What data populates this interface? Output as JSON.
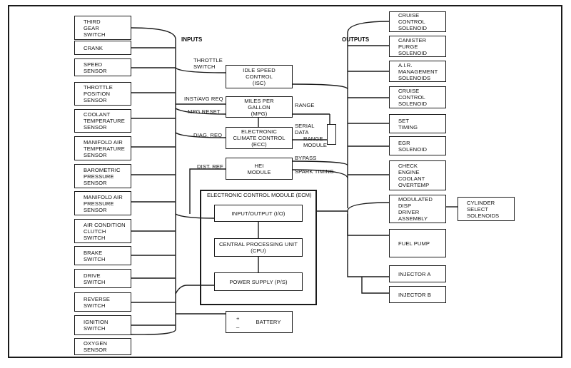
{
  "headers": {
    "inputs": "INPUTS",
    "outputs": "OUTPUTS"
  },
  "inputs": [
    "THIRD\nGEAR\nSWITCH",
    "CRANK",
    "SPEED\nSENSOR",
    "THROTTLE\nPOSITION\nSENSOR",
    "COOLANT\nTEMPERATURE\nSENSOR",
    "MANIFOLD AIR\nTEMPERATURE\nSENSOR",
    "BAROMETRIC\nPRESSURE\nSENSOR",
    "MANIFOLD AIR\nPRESSURE\nSENSOR",
    "AIR CONDITION\nCLUTCH\nSWITCH",
    "BRAKE\nSWITCH",
    "DRIVE\nSWITCH",
    "REVERSE\nSWITCH",
    "IGNITION\nSWITCH",
    "OXYGEN\nSENSOR"
  ],
  "outputs": [
    "CRUISE\nCONTROL\nSOLENOID",
    "CANISTER\nPURGE\nSOLENOID",
    "A.I.R.\nMANAGEMENT\nSOLENOIDS",
    "CRUISE\nCONTROL\nSOLENOID",
    "SET\nTIMING",
    "EGR\nSOLENOID",
    "CHECK\nENGINE\nCOOLANT\nOVERTEMP",
    "MODULATED\nDISP\nDRIVER\nASSEMBLY",
    "FUEL PUMP",
    "INJECTOR A",
    "INJECTOR B"
  ],
  "cylinder": "CYLINDER\nSELECT\nSOLENOIDS",
  "modules": {
    "isc": "IDLE SPEED\nCONTROL\n(ISC)",
    "mpg": "MILES PER\nGALLON\n(MPG)",
    "ecc": "ELECTRONIC\nCLIMATE CONTROL\n(ECC)",
    "hei": "HEI\nMODULE",
    "battery": "BATTERY",
    "battery_plus": "+",
    "battery_minus": "_"
  },
  "ecm": {
    "title": "ELECTRONIC CONTROL MODULE (ECM)",
    "io": "INPUT/OUTPUT (I/O)",
    "cpu": "CENTRAL PROCESSING UNIT\n(CPU)",
    "ps": "POWER SUPPLY (P/S)"
  },
  "labels": {
    "throttle_switch": "THROTTLE\nSWITCH",
    "inst_avg_req": "INST/AVG REQ",
    "mpg_reset": "MPG RESET",
    "diag_req": "DIAG. REQ",
    "dist_ref": "DIST. REF",
    "range": "RANGE",
    "serial_data": "SERIAL\nDATA",
    "range_module": "RANGE\nMODULE",
    "bypass": "BYPASS",
    "spark_timing": "SPARK TIMING"
  }
}
